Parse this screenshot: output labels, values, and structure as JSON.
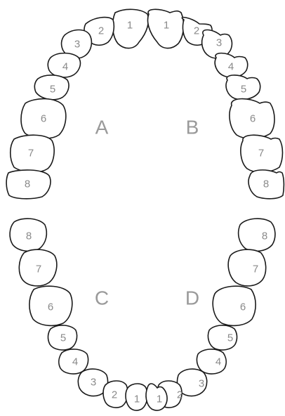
{
  "quadrants": {
    "upper_left": {
      "label": "A",
      "teeth": [
        "1",
        "2",
        "3",
        "4",
        "5",
        "6",
        "7",
        "8"
      ]
    },
    "upper_right": {
      "label": "B",
      "teeth": [
        "1",
        "2",
        "3",
        "4",
        "5",
        "6",
        "7",
        "8"
      ]
    },
    "lower_left": {
      "label": "C",
      "teeth": [
        "8",
        "7",
        "6",
        "5",
        "4",
        "3",
        "2",
        "1"
      ]
    },
    "lower_right": {
      "label": "D",
      "teeth": [
        "8",
        "7",
        "6",
        "5",
        "4",
        "3",
        "2",
        "1"
      ]
    }
  },
  "colors": {
    "outline": "#1a1a1a",
    "number": "#8a8a8a",
    "quadrant_label": "#9a9a9a",
    "background": "#ffffff"
  }
}
